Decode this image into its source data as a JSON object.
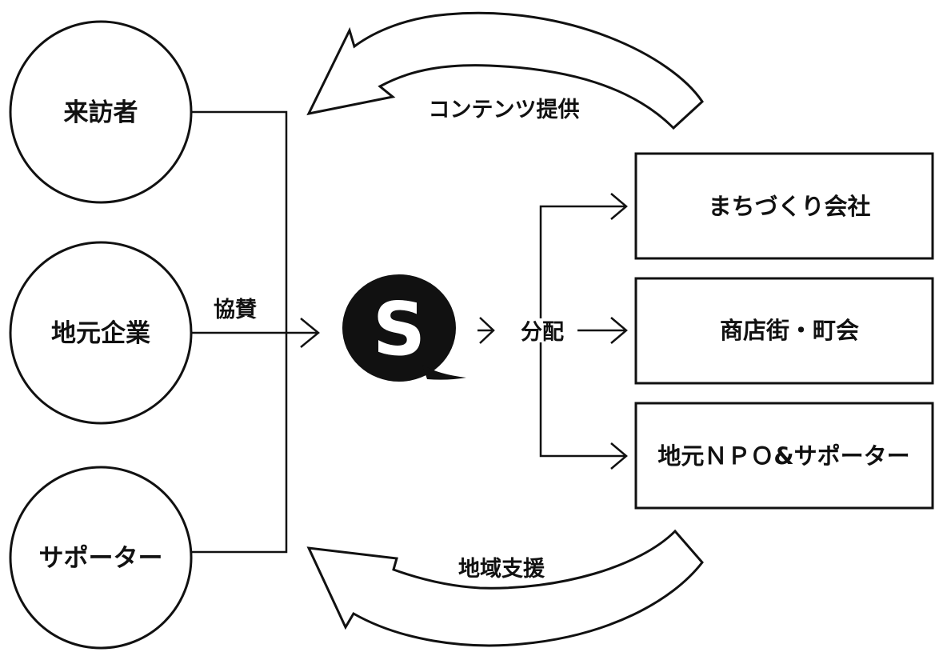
{
  "left_nodes": [
    {
      "label": "来訪者"
    },
    {
      "label": "地元企業"
    },
    {
      "label": "サポーター"
    }
  ],
  "right_nodes": [
    {
      "label": "まちづくり会社"
    },
    {
      "label": "商店街・町会"
    },
    {
      "label": "地元ＮＰＯ&サポーター"
    }
  ],
  "center": {
    "logo_letter": "S",
    "logo_icon": "speech-bubble-s-logo-icon"
  },
  "edges": {
    "sponsor_label": "協賛",
    "distribute_label": "分配",
    "content_label": "コンテンツ提供",
    "support_label": "地域支援"
  },
  "colors": {
    "stroke": "#111111",
    "fill": "#ffffff"
  }
}
